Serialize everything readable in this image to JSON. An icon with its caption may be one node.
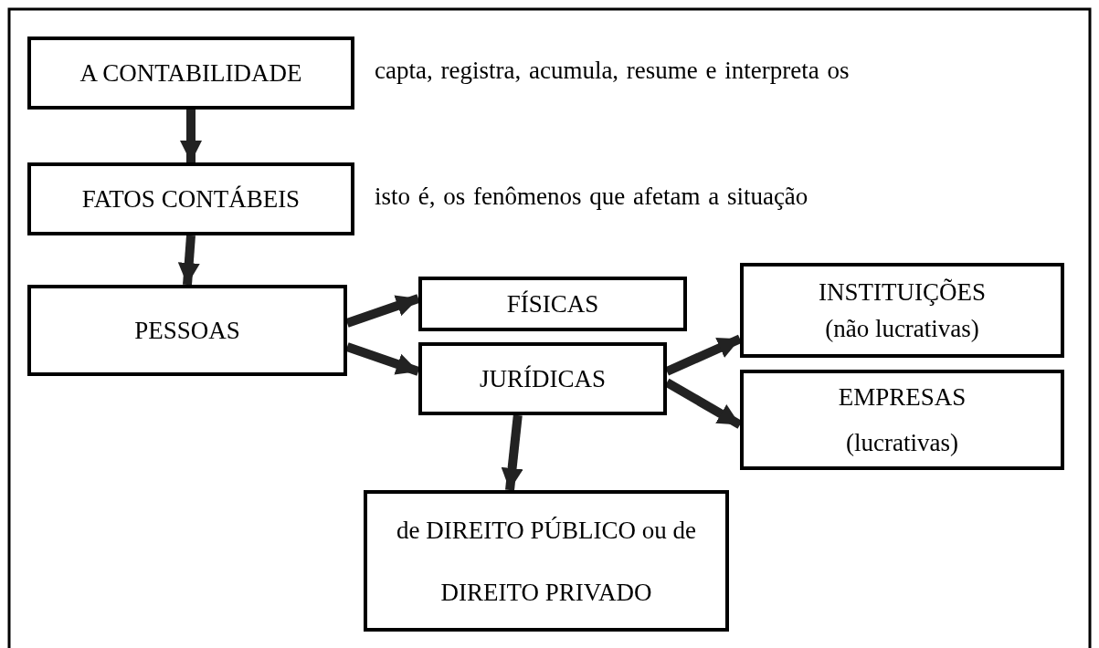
{
  "diagram": {
    "nodes": [
      {
        "text": [
          "A CONTABILIDADE"
        ],
        "beside": [
          "capta, registra, acumula, resume e interpreta os"
        ]
      },
      {
        "text": [
          "FATOS CONTÁBEIS"
        ],
        "beside": [
          "isto é, os fenômenos que afetam a situação"
        ]
      },
      {
        "text": [
          "PESSOAS"
        ]
      },
      {
        "text": [
          "FÍSICAS"
        ]
      },
      {
        "text": [
          "JURÍDICAS"
        ]
      },
      {
        "text": [
          "INSTITUIÇÕES",
          "(não lucrativas)"
        ]
      },
      {
        "text": [
          "EMPRESAS",
          "(lucrativas)"
        ]
      },
      {
        "text": [
          "de DIREITO PÚBLICO ou de DIREITO PRIVADO"
        ]
      }
    ],
    "edges": [
      {
        "from": 0,
        "to": 1,
        "arrow": "to"
      },
      {
        "from": 1,
        "to": 2,
        "arrow": "to"
      },
      {
        "from": 2,
        "to": 3,
        "arrow": "to"
      },
      {
        "from": 2,
        "to": 4,
        "arrow": "to"
      },
      {
        "from": 4,
        "to": 5,
        "arrow": "to"
      },
      {
        "from": 4,
        "to": 6,
        "arrow": "to"
      },
      {
        "from": 4,
        "to": 7,
        "arrow": "to"
      }
    ]
  }
}
